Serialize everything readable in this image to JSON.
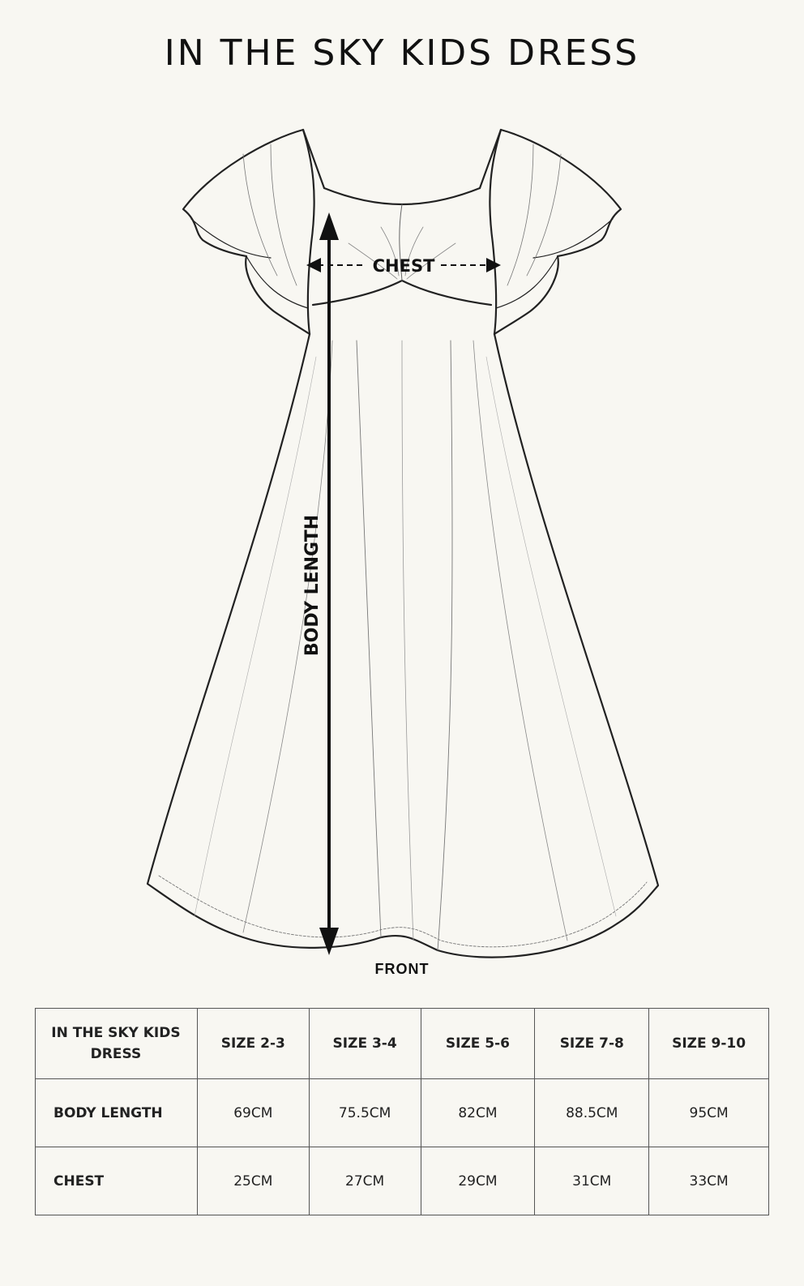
{
  "title": "IN THE SKY KIDS DRESS",
  "labels": {
    "chest": "CHEST",
    "body_length": "BODY LENGTH",
    "view": "FRONT"
  },
  "table": {
    "corner_header": "IN THE SKY KIDS DRESS",
    "sizes": [
      "SIZE 2-3",
      "SIZE 3-4",
      "SIZE 5-6",
      "SIZE 7-8",
      "SIZE 9-10"
    ],
    "rows": [
      {
        "label": "BODY LENGTH",
        "values": [
          "69CM",
          "75.5CM",
          "82CM",
          "88.5CM",
          "95CM"
        ]
      },
      {
        "label": "CHEST",
        "values": [
          "25CM",
          "27CM",
          "29CM",
          "31CM",
          "33CM"
        ]
      }
    ]
  },
  "colors": {
    "background": "#f8f7f2",
    "ink": "#111111",
    "table_border": "#555555"
  }
}
